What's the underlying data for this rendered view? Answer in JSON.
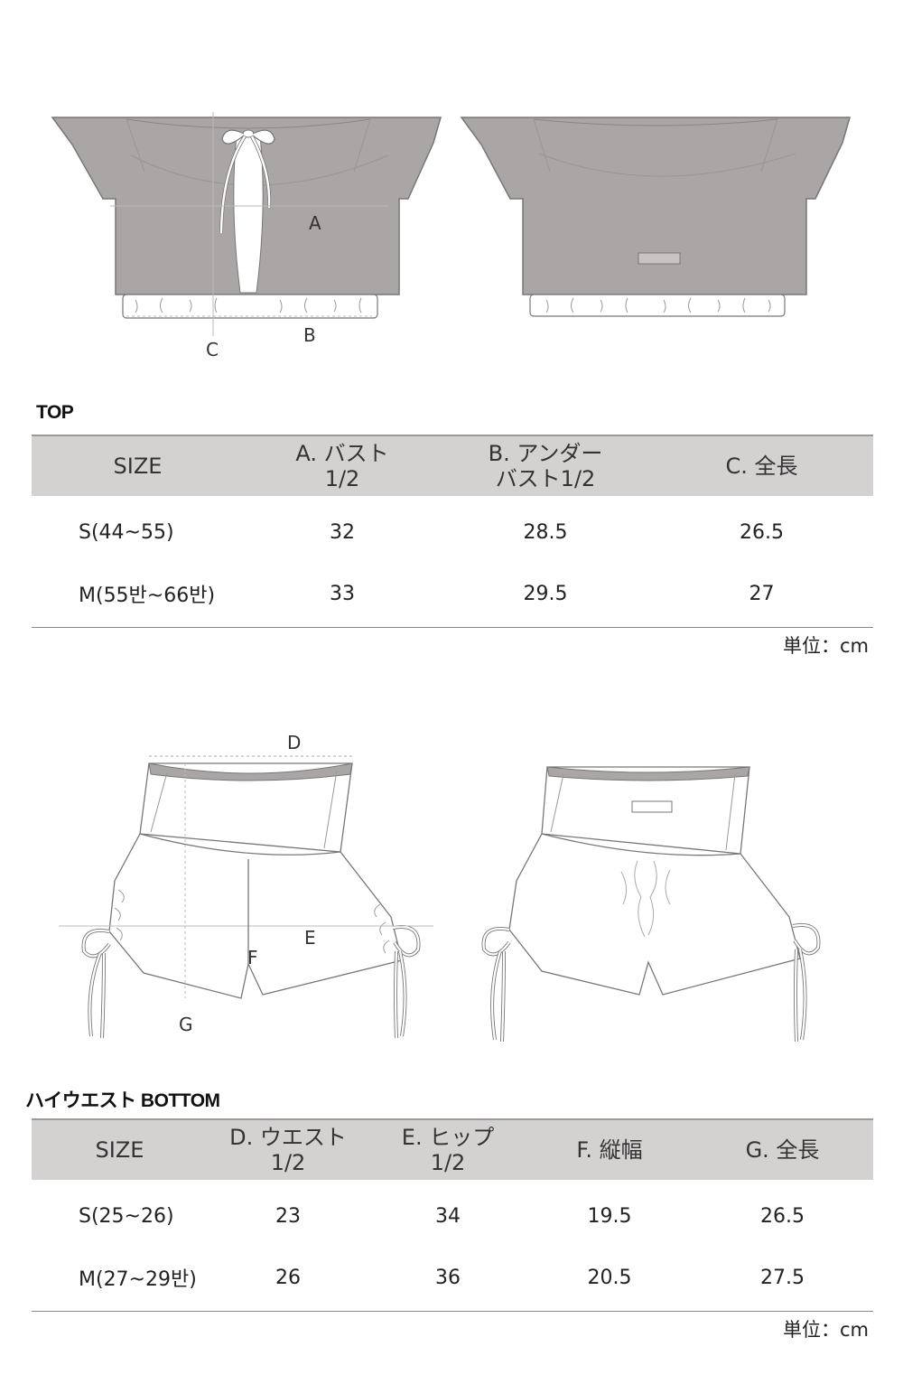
{
  "top": {
    "section_title": "TOP",
    "labels": {
      "a": "A",
      "b": "B",
      "c": "C"
    },
    "headers": [
      {
        "lines": [
          "SIZE"
        ]
      },
      {
        "lines": [
          "A. バスト",
          "1/2"
        ]
      },
      {
        "lines": [
          "B. アンダー",
          "バスト1/2"
        ]
      },
      {
        "lines": [
          "C. 全長"
        ]
      }
    ],
    "rows": [
      {
        "size": "S(44~55)",
        "values": [
          "32",
          "28.5",
          "26.5"
        ]
      },
      {
        "size": "M(55반~66반)",
        "values": [
          "33",
          "29.5",
          "27"
        ]
      }
    ],
    "unit": "単位：cm"
  },
  "bottom": {
    "section_title": "ハイウエスト BOTTOM",
    "labels": {
      "d": "D",
      "e": "E",
      "f": "F",
      "g": "G"
    },
    "headers": [
      {
        "lines": [
          "SIZE"
        ]
      },
      {
        "lines": [
          "D. ウエスト",
          "1/2"
        ]
      },
      {
        "lines": [
          "E. ヒップ",
          "1/2"
        ]
      },
      {
        "lines": [
          "F. 縦幅"
        ]
      },
      {
        "lines": [
          "G. 全長"
        ]
      }
    ],
    "rows": [
      {
        "size": "S(25~26)",
        "values": [
          "23",
          "34",
          "19.5",
          "26.5"
        ]
      },
      {
        "size": "M(27~29반)",
        "values": [
          "26",
          "36",
          "20.5",
          "27.5"
        ]
      }
    ],
    "unit": "単位：cm"
  },
  "colors": {
    "garment": "#aaa6a5",
    "header_bg": "#d4d1d1",
    "outline": "#777777"
  }
}
